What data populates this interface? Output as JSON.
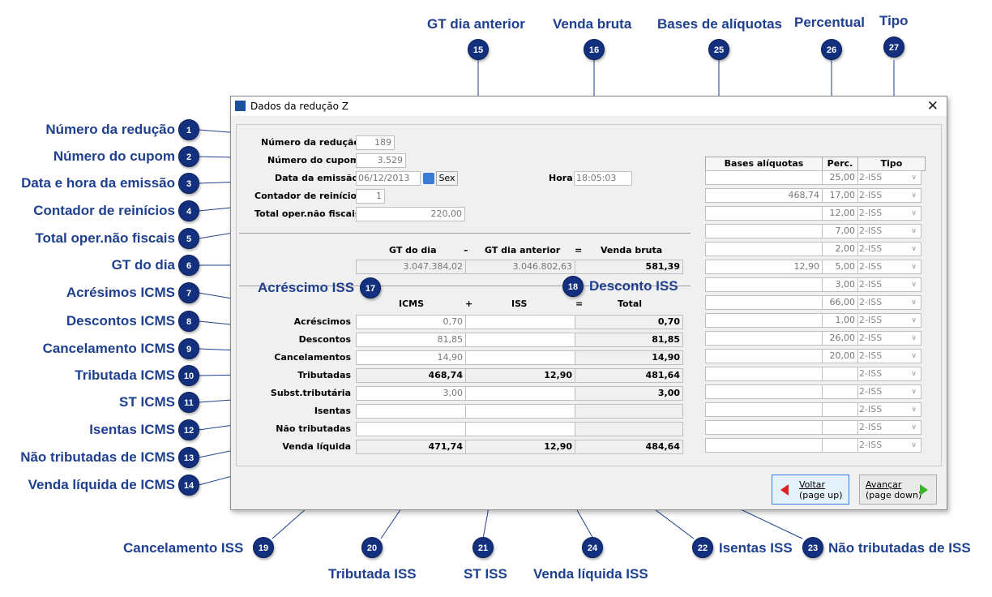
{
  "window": {
    "title": "Dados da redução Z"
  },
  "fields": {
    "numero_reducao": {
      "label": "Número da redução",
      "value": "189"
    },
    "numero_cupom": {
      "label": "Número do cupom",
      "value": "3.529"
    },
    "data_emissao": {
      "label": "Data da emissão",
      "value": "06/12/2013",
      "weekday": "Sex"
    },
    "hora": {
      "label": "Hora",
      "value": "18:05:03"
    },
    "contador_reinicios": {
      "label": "Contador de reinícios",
      "value": "1"
    },
    "total_nao_fiscais": {
      "label": "Total oper.não fiscais",
      "value": "220,00"
    }
  },
  "gt": {
    "headers": {
      "gt_dia": "GT do dia",
      "minus": "–",
      "gt_anterior": "GT dia anterior",
      "equals": "=",
      "venda_bruta": "Venda bruta"
    },
    "gt_dia": "3.047.384,02",
    "gt_anterior": "3.046.802,63",
    "venda_bruta": "581,39"
  },
  "table": {
    "headers": {
      "icms": "ICMS",
      "plus": "+",
      "iss": "ISS",
      "equals": "=",
      "total": "Total"
    },
    "rows": [
      {
        "label": "Acréscimos",
        "icms": "0,70",
        "iss": "",
        "total": "0,70"
      },
      {
        "label": "Descontos",
        "icms": "81,85",
        "iss": "",
        "total": "81,85"
      },
      {
        "label": "Cancelamentos",
        "icms": "14,90",
        "iss": "",
        "total": "14,90"
      },
      {
        "label": "Tributadas",
        "icms": "468,74",
        "iss": "12,90",
        "total": "481,64"
      },
      {
        "label": "Subst.tributária",
        "icms": "3,00",
        "iss": "",
        "total": "3,00"
      },
      {
        "label": "Isentas",
        "icms": "",
        "iss": "",
        "total": ""
      },
      {
        "label": "Não tributadas",
        "icms": "",
        "iss": "",
        "total": ""
      },
      {
        "label": "Venda líquida",
        "icms": "471,74",
        "iss": "12,90",
        "total": "484,64"
      }
    ]
  },
  "aliquotas": {
    "headers": {
      "bases": "Bases alíquotas",
      "perc": "Perc.",
      "tipo": "Tipo"
    },
    "rows": [
      {
        "base": "",
        "perc": "25,00",
        "tipo": "2-ISS"
      },
      {
        "base": "468,74",
        "perc": "17,00",
        "tipo": "2-ISS"
      },
      {
        "base": "",
        "perc": "12,00",
        "tipo": "2-ISS"
      },
      {
        "base": "",
        "perc": "7,00",
        "tipo": "2-ISS"
      },
      {
        "base": "",
        "perc": "2,00",
        "tipo": "2-ISS"
      },
      {
        "base": "12,90",
        "perc": "5,00",
        "tipo": "2-ISS"
      },
      {
        "base": "",
        "perc": "3,00",
        "tipo": "2-ISS"
      },
      {
        "base": "",
        "perc": "66,00",
        "tipo": "2-ISS"
      },
      {
        "base": "",
        "perc": "1,00",
        "tipo": "2-ISS"
      },
      {
        "base": "",
        "perc": "26,00",
        "tipo": "2-ISS"
      },
      {
        "base": "",
        "perc": "20,00",
        "tipo": "2-ISS"
      },
      {
        "base": "",
        "perc": "",
        "tipo": "2-ISS"
      },
      {
        "base": "",
        "perc": "",
        "tipo": "2-ISS"
      },
      {
        "base": "",
        "perc": "",
        "tipo": "2-ISS"
      },
      {
        "base": "",
        "perc": "",
        "tipo": "2-ISS"
      },
      {
        "base": "",
        "perc": "",
        "tipo": "2-ISS"
      }
    ]
  },
  "buttons": {
    "voltar": {
      "line1": "Voltar",
      "line2": "(page up)"
    },
    "avancar": {
      "line1": "Avançar",
      "line2": "(page down)"
    }
  },
  "callouts": [
    {
      "n": "1",
      "text": "Número da redução"
    },
    {
      "n": "2",
      "text": "Número do cupom"
    },
    {
      "n": "3",
      "text": "Data e hora da emissão"
    },
    {
      "n": "4",
      "text": "Contador de reinícios"
    },
    {
      "n": "5",
      "text": "Total oper.não fiscais"
    },
    {
      "n": "6",
      "text": "GT do dia"
    },
    {
      "n": "7",
      "text": "Acrésimos ICMS"
    },
    {
      "n": "8",
      "text": "Descontos ICMS"
    },
    {
      "n": "9",
      "text": "Cancelamento ICMS"
    },
    {
      "n": "10",
      "text": "Tributada ICMS"
    },
    {
      "n": "11",
      "text": "ST ICMS"
    },
    {
      "n": "12",
      "text": "Isentas ICMS"
    },
    {
      "n": "13",
      "text": "Não tributadas de ICMS"
    },
    {
      "n": "14",
      "text": "Venda líquida de ICMS"
    },
    {
      "n": "15",
      "text": "GT dia anterior"
    },
    {
      "n": "16",
      "text": "Venda bruta"
    },
    {
      "n": "17",
      "text": "Acréscimo ISS"
    },
    {
      "n": "18",
      "text": "Desconto ISS"
    },
    {
      "n": "19",
      "text": "Cancelamento ISS"
    },
    {
      "n": "20",
      "text": "Tributada ISS"
    },
    {
      "n": "21",
      "text": "ST ISS"
    },
    {
      "n": "22",
      "text": "Isentas ISS"
    },
    {
      "n": "23",
      "text": "Não tributadas de ISS"
    },
    {
      "n": "24",
      "text": "Venda líquida ISS"
    },
    {
      "n": "25",
      "text": "Bases de alíquotas"
    },
    {
      "n": "26",
      "text": "Percentual"
    },
    {
      "n": "27",
      "text": "Tipo"
    }
  ]
}
